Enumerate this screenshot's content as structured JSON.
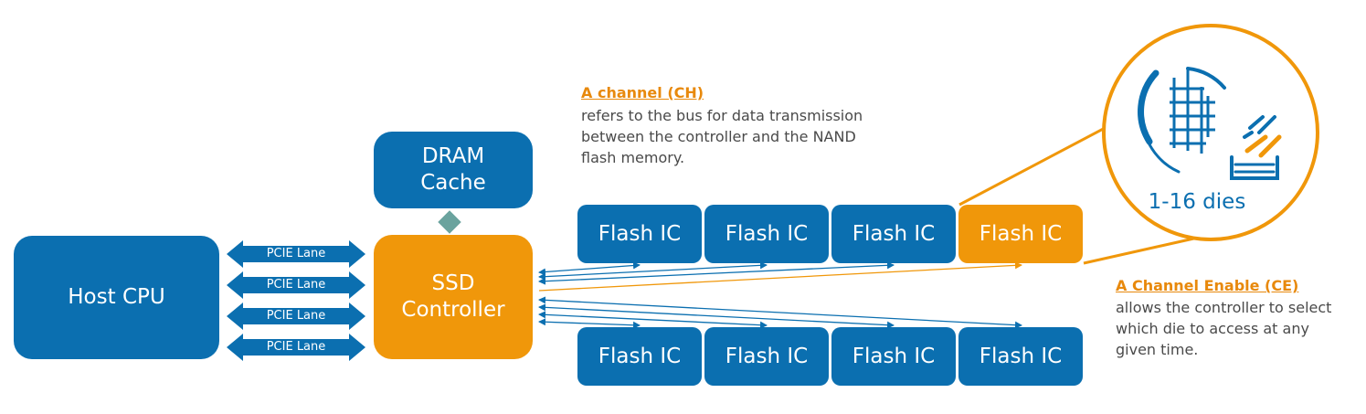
{
  "diagram": {
    "host": {
      "label": "Host CPU"
    },
    "dram": {
      "label": "DRAM\nCache"
    },
    "ssd": {
      "label": "SSD\nController"
    },
    "pcie_lanes": [
      "PCIE Lane",
      "PCIE Lane",
      "PCIE Lane",
      "PCIE Lane"
    ],
    "flash_rows": [
      [
        "Flash IC",
        "Flash IC",
        "Flash IC",
        "Flash IC"
      ],
      [
        "Flash IC",
        "Flash IC",
        "Flash IC",
        "Flash IC"
      ]
    ],
    "zoom": {
      "label": "1-16 dies"
    },
    "channel_note": {
      "title": "A channel (CH)",
      "body": "refers to the bus for data transmission\nbetween the controller and the NAND\nflash memory."
    },
    "ce_note": {
      "title": "A Channel Enable (CE)",
      "body": "allows the controller to select\nwhich die to access at any\ngiven time."
    }
  },
  "colors": {
    "blue": "#0b6fb0",
    "orange": "#f0970a",
    "connector": "#6aa39e",
    "note_title": "#e8890c",
    "note_body": "#4a4a4a"
  },
  "icons": [
    "die-stack-icon"
  ]
}
